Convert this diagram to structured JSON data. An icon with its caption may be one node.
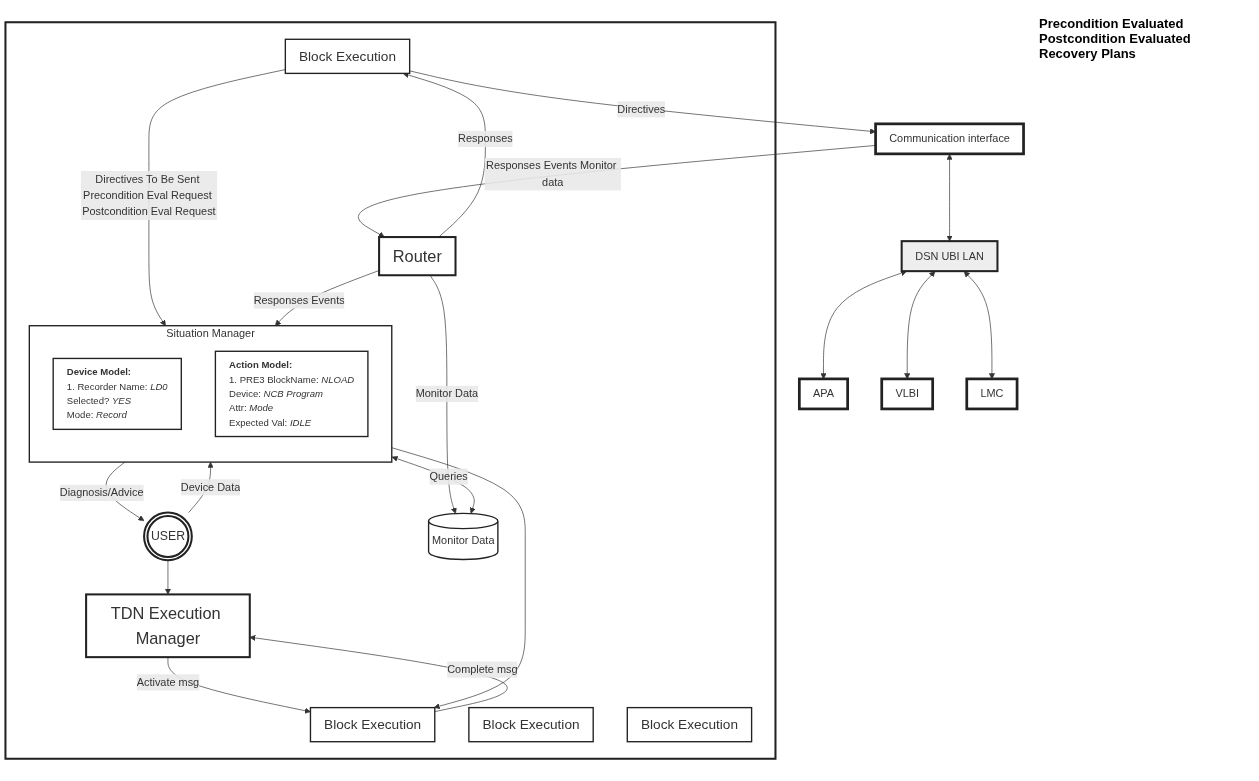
{
  "diagram": {
    "nodes": [
      {
        "text": [],
        "shape": "box"
      },
      {
        "text": [
          "USER"
        ],
        "in": 0
      },
      {
        "text": [
          "TDN Execution Manager"
        ],
        "in": 0
      },
      {
        "text": [
          "Block Execution"
        ],
        "in": 0
      },
      {
        "text": [
          "Block Execution"
        ],
        "in": 0
      },
      {
        "text": [
          "Block Execution"
        ],
        "in": 0
      },
      {
        "text": [
          "Block Execution"
        ],
        "in": 0
      },
      {
        "text": [
          "Situation Manager"
        ],
        "in": 0
      },
      {
        "text": [
          "Device Model:",
          "1.",
          "Recorder",
          "Name:",
          "LD0",
          "Selected?",
          "YES",
          "Mode:",
          "Record"
        ],
        "in": 7
      },
      {
        "text": [
          "Action Model:",
          "1.",
          "PRE3",
          "BlockName:",
          "NLOAD",
          "Device:",
          "NCB Program",
          "Attr:",
          "Mode",
          "Expected Val:",
          "IDLE"
        ],
        "in": 7
      },
      {
        "text": [
          "Router"
        ],
        "in": 0
      },
      {
        "text": [
          "Monitor Data"
        ],
        "in": 0
      },
      {
        "text": [
          "Communication interface"
        ]
      },
      {
        "text": [
          "DSN UBI LAN"
        ]
      },
      {
        "text": [
          "APA"
        ]
      },
      {
        "text": [
          "VLBI"
        ]
      },
      {
        "text": [
          "LMC"
        ]
      }
    ],
    "edges": [
      {
        "from": 1,
        "to": 2,
        "arrow": "to"
      },
      {
        "from": 1,
        "to": 7,
        "arrow": "to",
        "label": "Device Data"
      },
      {
        "from": 7,
        "to": 1,
        "arrow": "to",
        "label": "Diagnosis/Advice"
      },
      {
        "from": 2,
        "to": 3,
        "arrow": "to",
        "label": "Activate msg"
      },
      {
        "from": 3,
        "to": 2,
        "arrow": "to",
        "label": "Complete msg"
      },
      {
        "from": 7,
        "to": 3,
        "arrow": "to"
      },
      {
        "from": 6,
        "to": 7,
        "arrow": "to",
        "label": "Directives To Be Sent Precondition Eval Request Postcondition Eval Request"
      },
      {
        "from": 10,
        "to": 7,
        "arrow": "to",
        "label": "Responses Events"
      },
      {
        "from": 10,
        "to": 6,
        "arrow": "to",
        "label": "Responses"
      },
      {
        "from": 6,
        "to": 12,
        "arrow": "to",
        "label": "Directives"
      },
      {
        "from": 12,
        "to": 10,
        "arrow": "to",
        "label": "Responses Events Monitor data"
      },
      {
        "from": 10,
        "to": 11,
        "arrow": "to",
        "label": "Monitor Data"
      },
      {
        "from": 7,
        "to": 11,
        "arrow": "both",
        "label": "Queries"
      },
      {
        "from": 13,
        "to": 14,
        "arrow": "both"
      },
      {
        "from": 13,
        "to": 15,
        "arrow": "both"
      },
      {
        "from": 13,
        "to": 16,
        "arrow": "both"
      },
      {
        "from": 12,
        "to": 13,
        "arrow": "both"
      }
    ],
    "labels": [
      "Precondition Evaluated Postcondition Evaluated Recovery Plans"
    ]
  }
}
